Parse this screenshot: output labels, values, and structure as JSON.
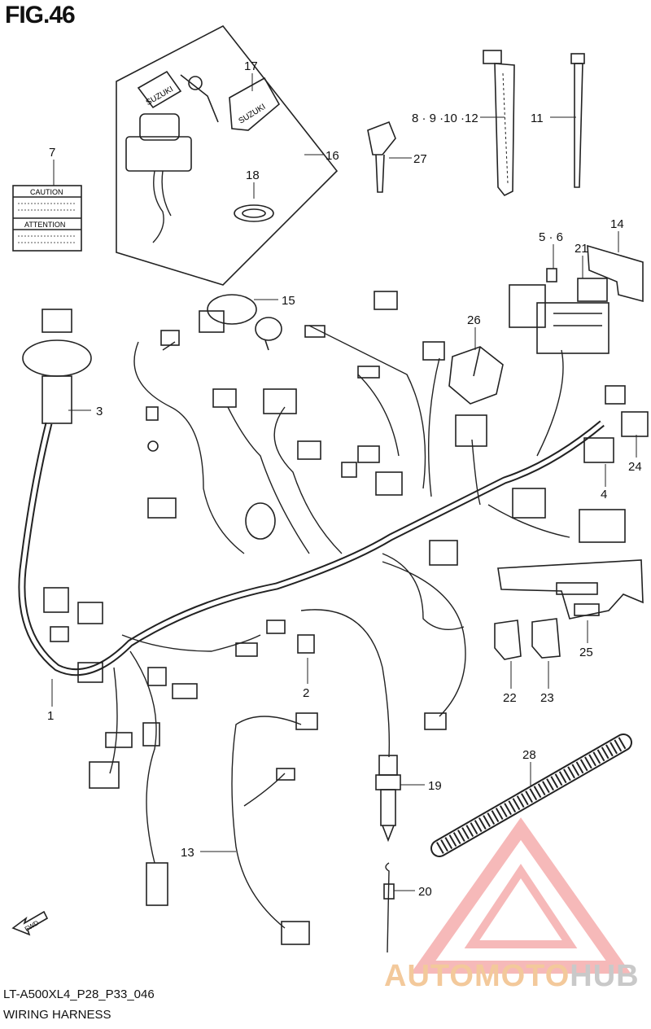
{
  "figure": {
    "title": "FIG.46",
    "code": "LT-A500XL4_P28_P33_046",
    "caption": "WIRING HARNESS"
  },
  "labels": {
    "caution": "CAUTION",
    "attention": "ATTENTION",
    "suzuki": "SUZUKI",
    "fwd": "FWD"
  },
  "callouts": {
    "c1": "1",
    "c2": "2",
    "c3": "3",
    "c4": "4",
    "c56": "5 · 6",
    "c7": "7",
    "c8to12": "8 · 9 ·10 ·12",
    "c11": "11",
    "c13": "13",
    "c14": "14",
    "c15": "15",
    "c16": "16",
    "c17": "17",
    "c18": "18",
    "c19": "19",
    "c20": "20",
    "c21": "21",
    "c22": "22",
    "c23": "23",
    "c24": "24",
    "c25": "25",
    "c26": "26",
    "c27": "27",
    "c28": "28"
  },
  "watermark": {
    "part_a": "AUTOMOTO",
    "part_b": "HUB",
    "color_a": "#f3c99b",
    "color_b": "#c9c9c9",
    "logo_color": "#f08080"
  }
}
